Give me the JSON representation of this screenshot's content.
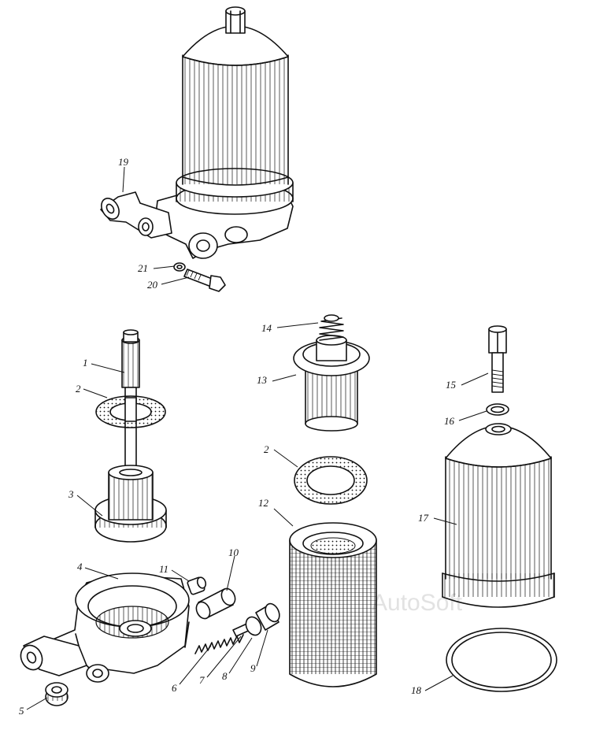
{
  "watermark": "AutoSoft",
  "callouts": [
    {
      "id": "c19",
      "label": "19"
    },
    {
      "id": "c21",
      "label": "21"
    },
    {
      "id": "c20",
      "label": "20"
    },
    {
      "id": "c1",
      "label": "1"
    },
    {
      "id": "c2a",
      "label": "2"
    },
    {
      "id": "c3",
      "label": "3"
    },
    {
      "id": "c4",
      "label": "4"
    },
    {
      "id": "c5",
      "label": "5"
    },
    {
      "id": "c6",
      "label": "6"
    },
    {
      "id": "c7",
      "label": "7"
    },
    {
      "id": "c8",
      "label": "8"
    },
    {
      "id": "c9",
      "label": "9"
    },
    {
      "id": "c10",
      "label": "10"
    },
    {
      "id": "c11",
      "label": "11"
    },
    {
      "id": "c12",
      "label": "12"
    },
    {
      "id": "c2b",
      "label": "2"
    },
    {
      "id": "c13",
      "label": "13"
    },
    {
      "id": "c14",
      "label": "14"
    },
    {
      "id": "c15",
      "label": "15"
    },
    {
      "id": "c16",
      "label": "16"
    },
    {
      "id": "c17",
      "label": "17"
    },
    {
      "id": "c18",
      "label": "18"
    }
  ]
}
